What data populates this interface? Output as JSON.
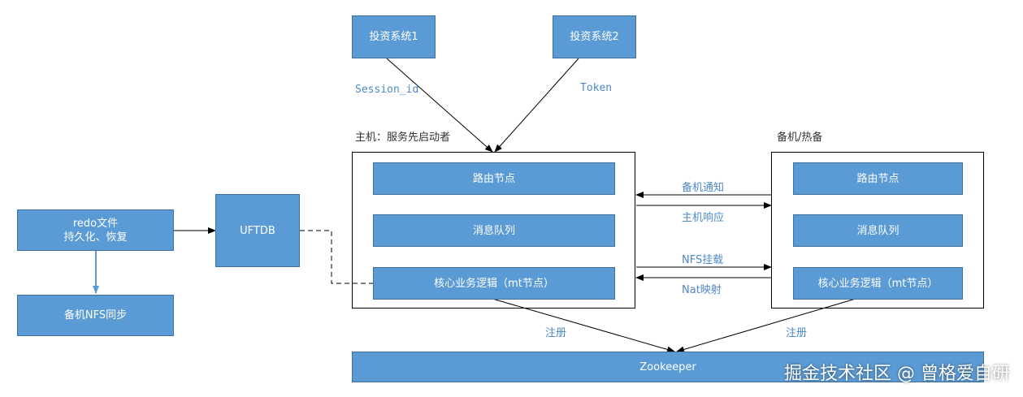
{
  "invest_systems": [
    "投资系统1",
    "投资系统2"
  ],
  "edge_labels": {
    "session": "Session_id",
    "token": "Token",
    "notify": "备机通知",
    "respond": "主机响应",
    "nfs_mount": "NFS挂载",
    "nat_map": "Nat映射",
    "register_left": "注册",
    "register_right": "注册"
  },
  "primary": {
    "title": "主机：服务先启动者",
    "route": "路由节点",
    "queue": "消息队列",
    "core": "核心业务逻辑（mt节点）"
  },
  "standby": {
    "title": "备机/热备",
    "route": "路由节点",
    "queue": "消息队列",
    "core": "核心业务逻辑（mt节点）"
  },
  "redo": "redo文件\n持久化、恢复",
  "nfs_sync": "备机NFS同步",
  "uftdb": "UFTDB",
  "zookeeper": "Zookeeper",
  "watermark": "掘金技术社区 @ 曾格爱自研",
  "colors": {
    "box_fill": "#5b9bd5",
    "box_border": "#41719c",
    "label_text": "#4e88c7",
    "arrow": "#000000"
  }
}
